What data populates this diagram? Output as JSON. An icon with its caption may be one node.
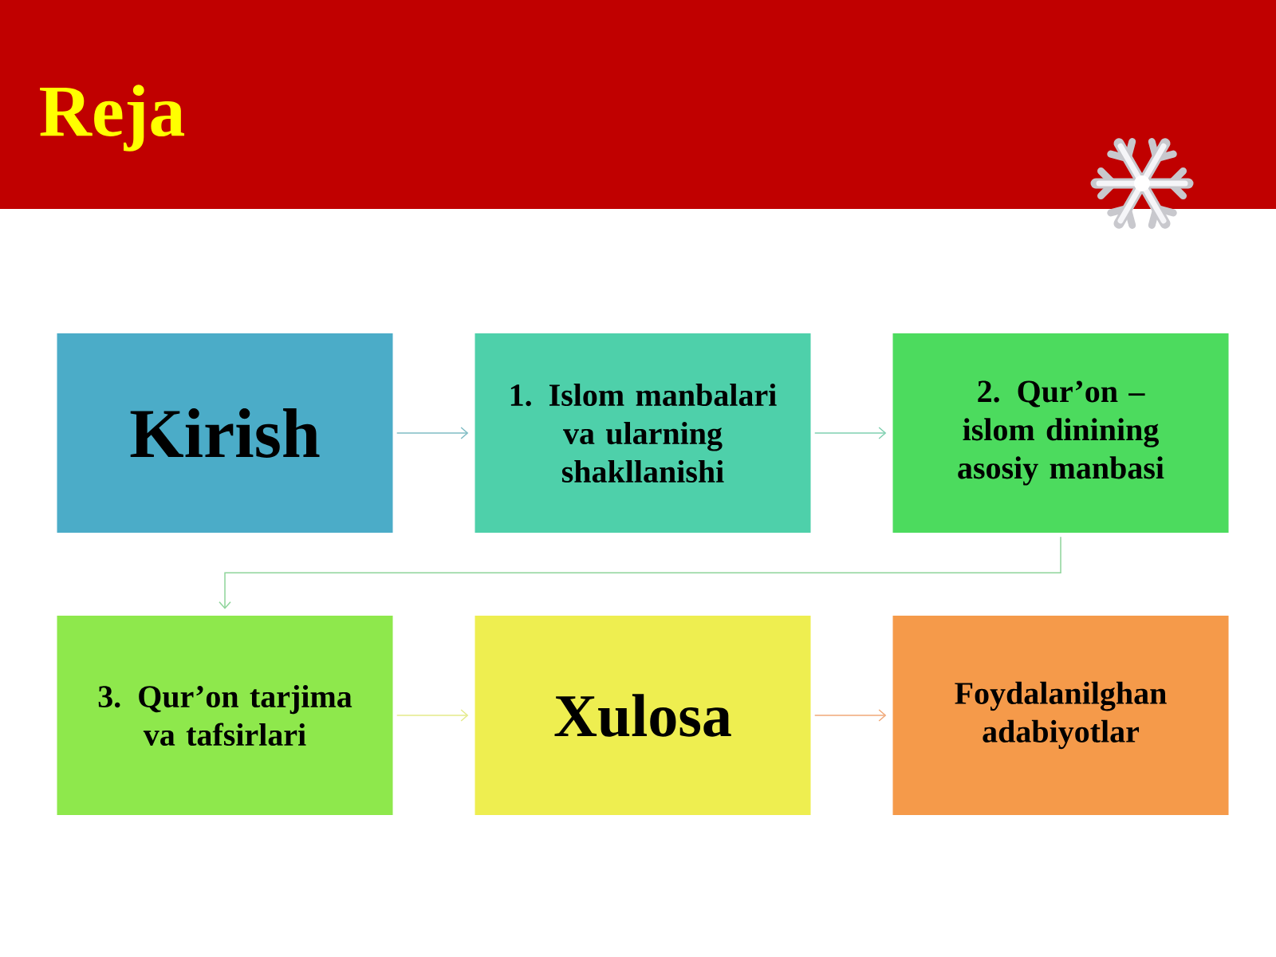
{
  "diagram": {
    "title": "Reja",
    "nodes": [
      {
        "text": [
          "Kirish"
        ]
      },
      {
        "text": [
          "1. Islom manbalari va ularning shakllanishi"
        ]
      },
      {
        "text": [
          "2. Qur’on – islom dinining asosiy manbasi"
        ]
      },
      {
        "text": [
          "3. Qur’on tarjima va tafsirlari"
        ]
      },
      {
        "text": [
          "Xulosa"
        ]
      },
      {
        "text": [
          "Foydalanilghan adabiyotlar"
        ]
      }
    ],
    "edges": [
      {
        "from": 0,
        "to": 1,
        "arrow": "to",
        "color": "#7fbcc4"
      },
      {
        "from": 1,
        "to": 2,
        "arrow": "to",
        "color": "#7fd0b0"
      },
      {
        "from": 2,
        "to": 3,
        "arrow": "to",
        "color": "#8ed49a"
      },
      {
        "from": 3,
        "to": 4,
        "arrow": "to",
        "color": "#e4ea8a"
      },
      {
        "from": 4,
        "to": 5,
        "arrow": "to",
        "color": "#f0a878"
      }
    ]
  }
}
